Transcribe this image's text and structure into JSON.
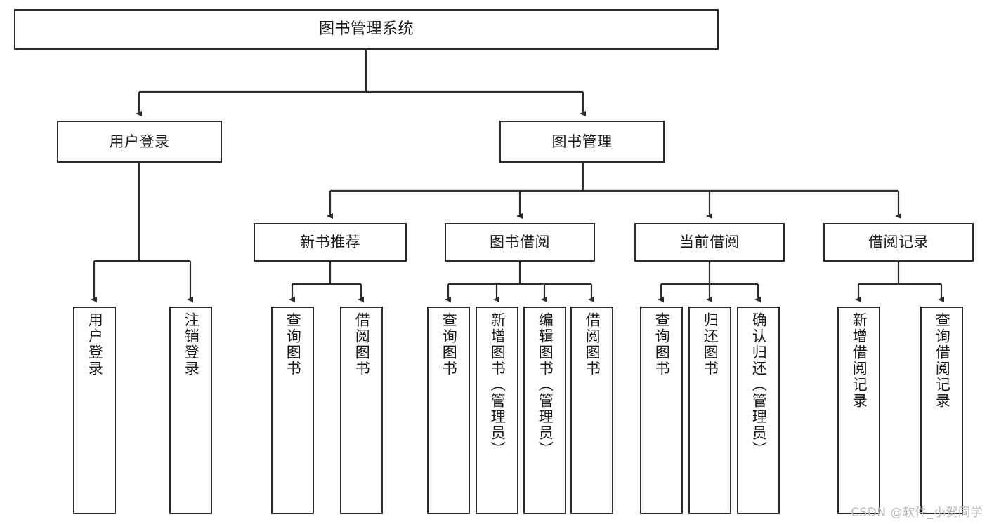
{
  "diagram": {
    "title": "图书管理系统",
    "type": "tree",
    "watermark": "CSDN @软件_小贺同学",
    "colors": {
      "box_border": "#2b2b2b",
      "box_fill": "#ffffff",
      "edge": "#2b2b2b",
      "text": "#1a1a1a",
      "watermark": "#b9b9b9",
      "background": "#ffffff"
    },
    "nodes": {
      "root": {
        "label": "图书管理系统"
      },
      "level1": [
        {
          "label": "用户登录"
        },
        {
          "label": "图书管理"
        }
      ],
      "level2": [
        {
          "label": "新书推荐"
        },
        {
          "label": "图书借阅"
        },
        {
          "label": "当前借阅"
        },
        {
          "label": "借阅记录"
        }
      ],
      "leaves": {
        "user_login": [
          {
            "label": "用户登录"
          },
          {
            "label": "注销登录"
          }
        ],
        "new_book": [
          {
            "label": "查询图书"
          },
          {
            "label": "借阅图书"
          }
        ],
        "book_borrow": [
          {
            "label": "查询图书"
          },
          {
            "label": "新增图书（管理员）"
          },
          {
            "label": "编辑图书（管理员）"
          },
          {
            "label": "借阅图书"
          }
        ],
        "current_borrow": [
          {
            "label": "查询图书"
          },
          {
            "label": "归还图书"
          },
          {
            "label": "确认归还（管理员）"
          }
        ],
        "borrow_record": [
          {
            "label": "新增借阅记录"
          },
          {
            "label": "查询借阅记录"
          }
        ]
      }
    }
  }
}
